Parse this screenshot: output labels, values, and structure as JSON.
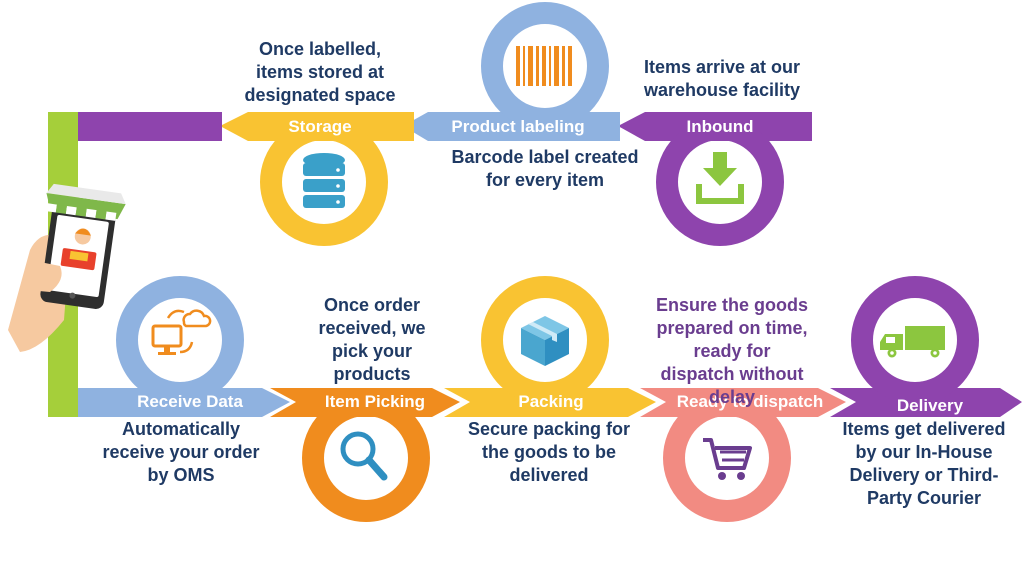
{
  "steps": [
    {
      "id": "storage",
      "label": "Storage",
      "description": "Once labelled, items stored at designated space",
      "icon": "database-icon",
      "color": "#f9c332"
    },
    {
      "id": "product_labeling",
      "label": "Product labeling",
      "description": "Barcode label created for every item",
      "icon": "barcode-icon",
      "color": "#8fb2e0"
    },
    {
      "id": "inbound",
      "label": "Inbound",
      "description": "Items arrive at our warehouse facility",
      "icon": "download-tray-icon",
      "color": "#8e44ad"
    },
    {
      "id": "receive_data",
      "label": "Receive Data",
      "description": "Automatically receive your order by OMS",
      "icon": "computer-cloud-sync-icon",
      "color": "#8fb2e0"
    },
    {
      "id": "item_picking",
      "label": "Item Picking",
      "description": "Once order received, we pick your products",
      "icon": "magnifier-icon",
      "color": "#f08c1e"
    },
    {
      "id": "packing",
      "label": "Packing",
      "description": "Secure packing for the goods to be delivered",
      "icon": "package-box-icon",
      "color": "#f9c332"
    },
    {
      "id": "ready_to_dispatch",
      "label": "Ready to dispatch",
      "description": "Ensure the goods prepared on time, ready for dispatch without delay",
      "icon": "shopping-cart-icon",
      "color": "#f28b82"
    },
    {
      "id": "delivery",
      "label": "Delivery",
      "description": "Items get delivered by our In-House Delivery or Third-Party Courier",
      "icon": "delivery-truck-icon",
      "color": "#8e44ad"
    }
  ],
  "colors": {
    "purple": "#8e44ad",
    "yellow": "#f9c332",
    "blue": "#8fb2e0",
    "orange": "#f08c1e",
    "pink": "#f28b82",
    "green": "#a5cf3a",
    "text_dark": "#1f3a64",
    "text_purple": "#6a3d8f"
  }
}
